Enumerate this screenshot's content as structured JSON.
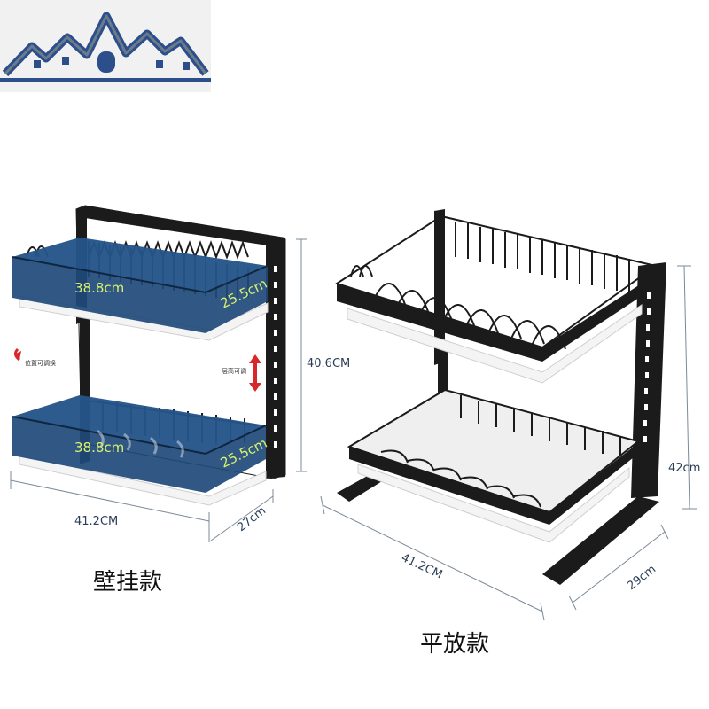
{
  "colors": {
    "rack": "#1b1b1b",
    "tray_blue": "#1f4a7a",
    "tray_white": "#f4f4f4",
    "label_green": "#d8f26b",
    "dim_line": "#7b8a99",
    "dim_text": "#2b3d57",
    "arrow_red": "#d8262a",
    "logo_blue": "#2c4f8c"
  },
  "wall_mount": {
    "caption": "壁挂款",
    "upper_length": "38.8cm",
    "upper_depth": "25.5cm",
    "lower_length": "38.8cm",
    "lower_depth": "25.5cm",
    "height": "40.6CM",
    "width": "41.2CM",
    "depth": "27cm",
    "position_note": "位置可调换",
    "height_note": "层高可调"
  },
  "freestanding": {
    "caption": "平放款",
    "width": "41.2CM",
    "depth": "29cm",
    "height": "42cm"
  }
}
